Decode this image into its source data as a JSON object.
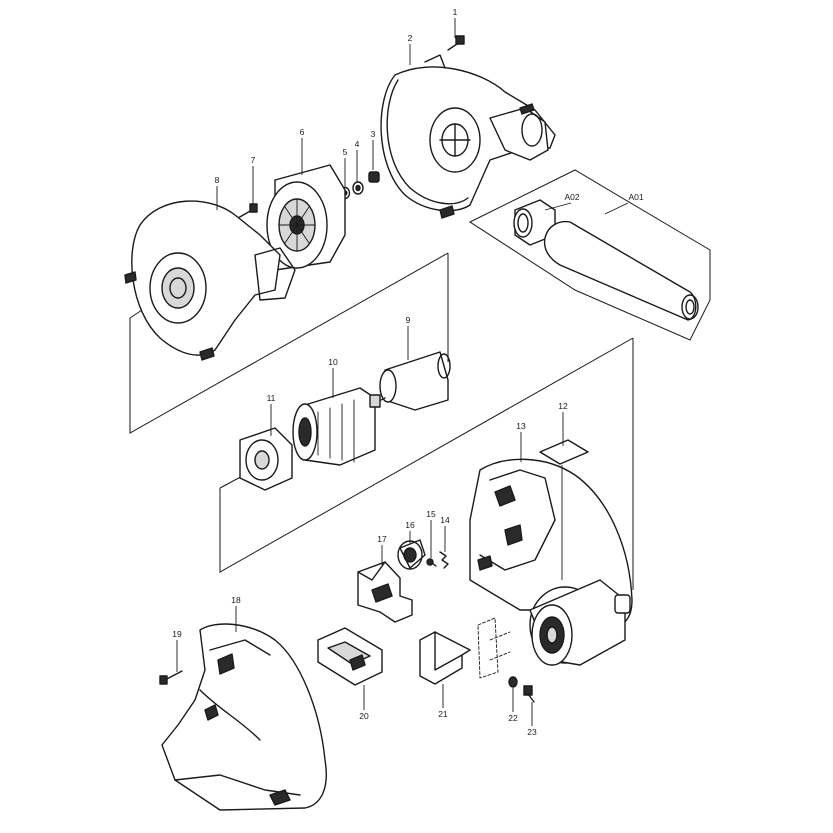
{
  "diagram": {
    "parts": [
      {
        "id": "1",
        "label": "1"
      },
      {
        "id": "2",
        "label": "2"
      },
      {
        "id": "3",
        "label": "3"
      },
      {
        "id": "4",
        "label": "4"
      },
      {
        "id": "5",
        "label": "5"
      },
      {
        "id": "6",
        "label": "6"
      },
      {
        "id": "7",
        "label": "7"
      },
      {
        "id": "8",
        "label": "8"
      },
      {
        "id": "9",
        "label": "9"
      },
      {
        "id": "10",
        "label": "10"
      },
      {
        "id": "11",
        "label": "11"
      },
      {
        "id": "12",
        "label": "12"
      },
      {
        "id": "13",
        "label": "13"
      },
      {
        "id": "14",
        "label": "14"
      },
      {
        "id": "15",
        "label": "15"
      },
      {
        "id": "16",
        "label": "16"
      },
      {
        "id": "17",
        "label": "17"
      },
      {
        "id": "18",
        "label": "18"
      },
      {
        "id": "19",
        "label": "19"
      },
      {
        "id": "20",
        "label": "20"
      },
      {
        "id": "21",
        "label": "21"
      },
      {
        "id": "22",
        "label": "22"
      },
      {
        "id": "23",
        "label": "23"
      },
      {
        "id": "A01",
        "label": "A01"
      },
      {
        "id": "A02",
        "label": "A02"
      }
    ]
  }
}
